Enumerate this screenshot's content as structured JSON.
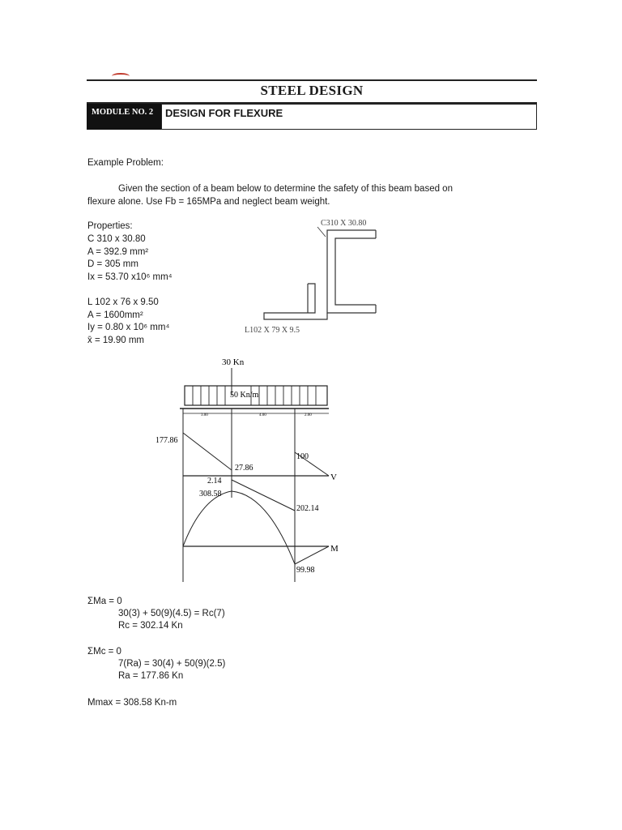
{
  "header": {
    "course_title": "STEEL DESIGN",
    "module_label": "MODULE NO. 2",
    "topic": "DESIGN FOR FLEXURE"
  },
  "problem": {
    "heading": "Example Problem:",
    "statement_line1": "Given the section of a beam below to determine the safety of this beam based on",
    "statement_line2": "flexure alone. Use Fb = 165MPa and neglect beam weight."
  },
  "properties": {
    "heading": "Properties:",
    "channel": [
      "C 310 x 30.80",
      "A = 392.9 mm²",
      "D = 305 mm",
      "Ix = 53.70 x10⁶ mm⁴"
    ],
    "angle": [
      "L 102 x 76 x 9.50",
      "A = 1600mm²",
      "Iy = 0.80 x 10⁶ mm⁴",
      "x̄ = 19.90 mm"
    ]
  },
  "section_figure": {
    "channel_label": "C310 X 30.80",
    "angle_label": "L102 X 79 X 9.5"
  },
  "beam_diagram": {
    "point_load": "30 Kn",
    "udl": "50 Kn/m",
    "spans": [
      "3.00",
      "4.00",
      "2.00"
    ],
    "shear_values": [
      "177.86",
      "27.86",
      "2.14",
      "100",
      "202.14"
    ],
    "moment_values": [
      "308.58",
      "99.98"
    ],
    "shear_label": "V",
    "moment_label": "M"
  },
  "calculations": {
    "sum_ma": "ΣMa = 0",
    "ma_eq": "30(3) + 50(9)(4.5) = Rc(7)",
    "rc": "Rc = 302.14 Kn",
    "sum_mc": "ΣMc = 0",
    "mc_eq": "7(Ra) = 30(4) + 50(9)(2.5)",
    "ra": "Ra = 177.86 Kn",
    "mmax": "Mmax = 308.58 Kn-m"
  }
}
